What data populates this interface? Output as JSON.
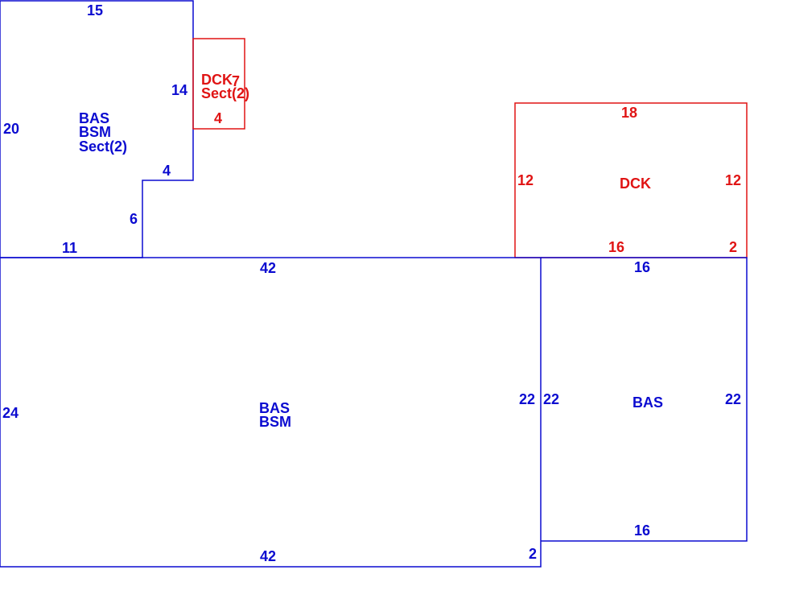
{
  "colors": {
    "living_area": "#0b0bd0",
    "deck": "#e01414"
  },
  "sections": {
    "upper_left": {
      "lines": [
        "BAS",
        "BSM",
        "Sect(2)"
      ],
      "dims": {
        "top": "15",
        "left": "20",
        "right": "14",
        "step": "4",
        "inner": "6",
        "bottom": "11"
      }
    },
    "small_deck": {
      "lines": [
        "DCK",
        "Sect(2)"
      ],
      "dims": {
        "side": "7",
        "bottom": "4"
      }
    },
    "right_deck": {
      "lines": [
        "DCK"
      ],
      "dims": {
        "top": "18",
        "left": "12",
        "right": "12",
        "bottom": "16",
        "bottom_right": "2"
      }
    },
    "main": {
      "lines": [
        "BAS",
        "BSM"
      ],
      "dims": {
        "top": "42",
        "left": "24",
        "right": "22",
        "bottom": "42",
        "bottom_right": "2"
      }
    },
    "right_bas": {
      "lines": [
        "BAS"
      ],
      "dims": {
        "top": "16",
        "left": "22",
        "right": "22",
        "bottom": "16"
      }
    }
  }
}
